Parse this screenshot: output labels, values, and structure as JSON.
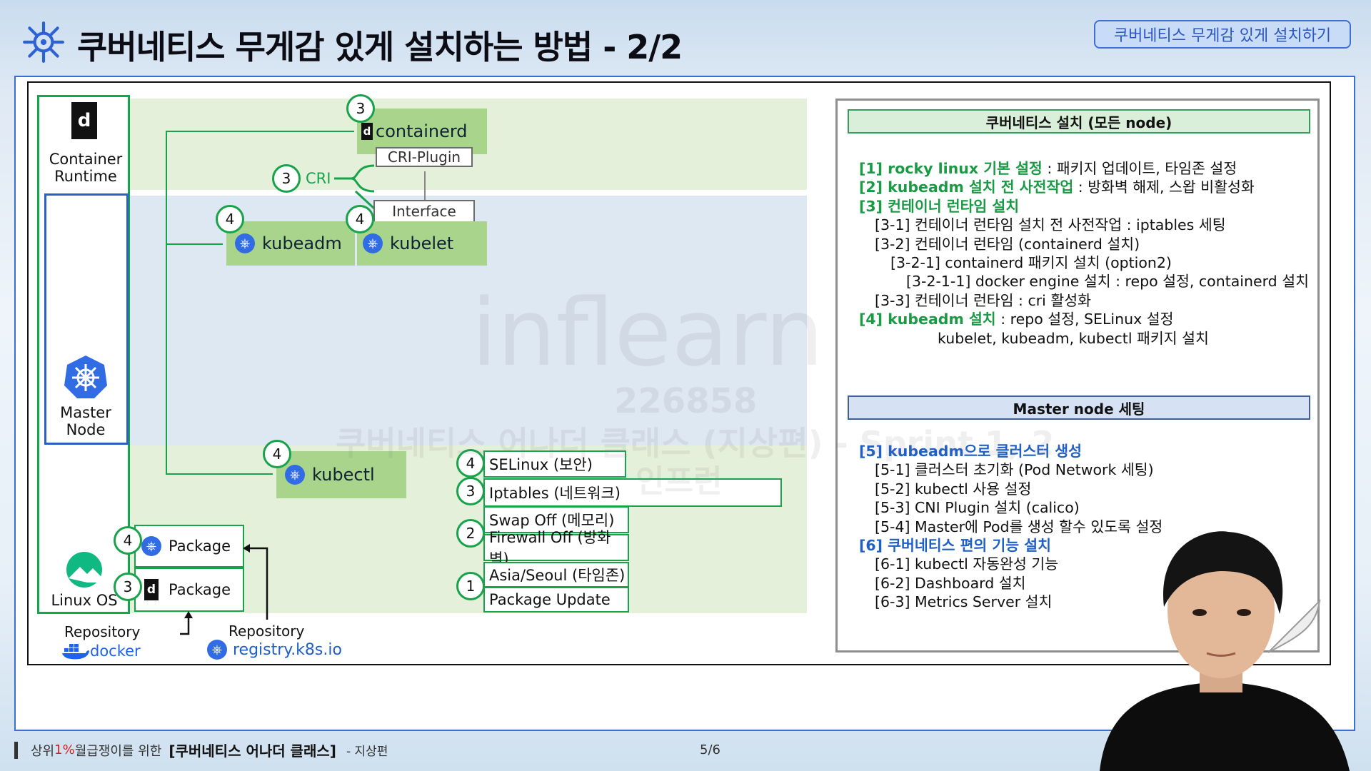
{
  "header": {
    "title": "쿠버네티스 무게감 있게 설치하는 방법 - 2/2",
    "badge": "쿠버네티스 무게감 있게 설치하기"
  },
  "diagram": {
    "container_runtime_label": "Container\nRuntime",
    "master_node_label": "Master\nNode",
    "linux_os_label": "Linux OS",
    "containerd": "containerd",
    "cri_plugin": "CRI-Plugin",
    "cri": "CRI",
    "interface": "Interface",
    "kubeadm": "kubeadm",
    "kubelet": "kubelet",
    "kubectl": "kubectl",
    "package_k8s": "Package",
    "package_docker": "Package",
    "repository_docker": "Repository",
    "docker_name": "docker",
    "repository_k8s": "Repository",
    "registry_k8s": "registry.k8s.io",
    "steps": [
      {
        "num": "4",
        "label": "SELinux (보안)"
      },
      {
        "num": "3",
        "label": "Iptables (네트워크)"
      },
      {
        "num": "",
        "label": "Swap Off (메모리)"
      },
      {
        "num": "2",
        "label": "Firewall Off (방화벽)"
      },
      {
        "num": "",
        "label": "Asia/Seoul (타임존)"
      },
      {
        "num": "1",
        "label": "Package Update"
      }
    ],
    "nums": {
      "containerd": "3",
      "cri": "3",
      "kubeadm": "4",
      "kubelet": "4",
      "kubectl": "4",
      "pkg_k8s": "4",
      "pkg_docker": "3"
    }
  },
  "right_panel": {
    "install_header": "쿠버네티스 설치 (모든 node)",
    "lines": [
      {
        "pre": "[1] rocky linux 기본 설정",
        "rest": " : 패키지 업데이트, 타임존 설정"
      },
      {
        "pre": "[2] kubeadm 설치 전 사전작업",
        "rest": " : 방화벽 해제, 스왑 비활성화"
      },
      {
        "pre": "[3] 컨테이너 런타임 설치",
        "rest": ""
      },
      {
        "text": "[3-1] 컨테이너 런타임 설치 전 사전작업 : iptables 세팅",
        "indent": 1
      },
      {
        "text": "[3-2] 컨테이너 런타임 (containerd 설치)",
        "indent": 1
      },
      {
        "text": "[3-2-1] containerd 패키지 설치 (option2)",
        "indent": 2
      },
      {
        "text": "[3-2-1-1] docker engine 설치 : repo 설정, containerd 설치",
        "indent": 3
      },
      {
        "text": "[3-3] 컨테이너 런타임 : cri 활성화",
        "indent": 1
      },
      {
        "pre": "[4] kubeadm 설치",
        "rest": " : repo 설정, SELinux 설정"
      },
      {
        "text": "kubelet, kubeadm, kubectl 패키지 설치",
        "indent": 5
      }
    ],
    "master_header": "Master node 세팅",
    "master_lines": [
      {
        "pre": "[5] kubeadm으로 클러스터 생성",
        "rest": ""
      },
      {
        "text": "[5-1] 클러스터 초기화 (Pod Network 세팅)",
        "indent": 1
      },
      {
        "text": "[5-2] kubectl 사용 설정",
        "indent": 1
      },
      {
        "text": "[5-3] CNI Plugin 설치 (calico)",
        "indent": 1
      },
      {
        "text": "[5-4] Master에 Pod를 생성 할수 있도록 설정",
        "indent": 1
      },
      {
        "pre": "[6] 쿠버네티스 편의 기능 설치",
        "rest": ""
      },
      {
        "text": "[6-1] kubectl 자동완성 기능",
        "indent": 1
      },
      {
        "text": "[6-2] Dashboard 설치",
        "indent": 1
      },
      {
        "text": "[6-3] Metrics Server 설치",
        "indent": 1
      }
    ]
  },
  "watermark": {
    "logo": "inflearn",
    "id": "226858",
    "course": "쿠버네티스 어나더 클래스 (지상편) - Sprint 1, 2",
    "site": "인프런"
  },
  "footer": {
    "pre": "상위 ",
    "percent": "1%",
    "mid": " 월급쟁이를 위한",
    "course": "[쿠버네티스 어나더 클래스]",
    "suffix": "- 지상편",
    "page": "5/6"
  },
  "colors": {
    "accent_green": "#18a34b",
    "accent_blue": "#1e5fc8",
    "k8s_blue": "#326ce5"
  }
}
